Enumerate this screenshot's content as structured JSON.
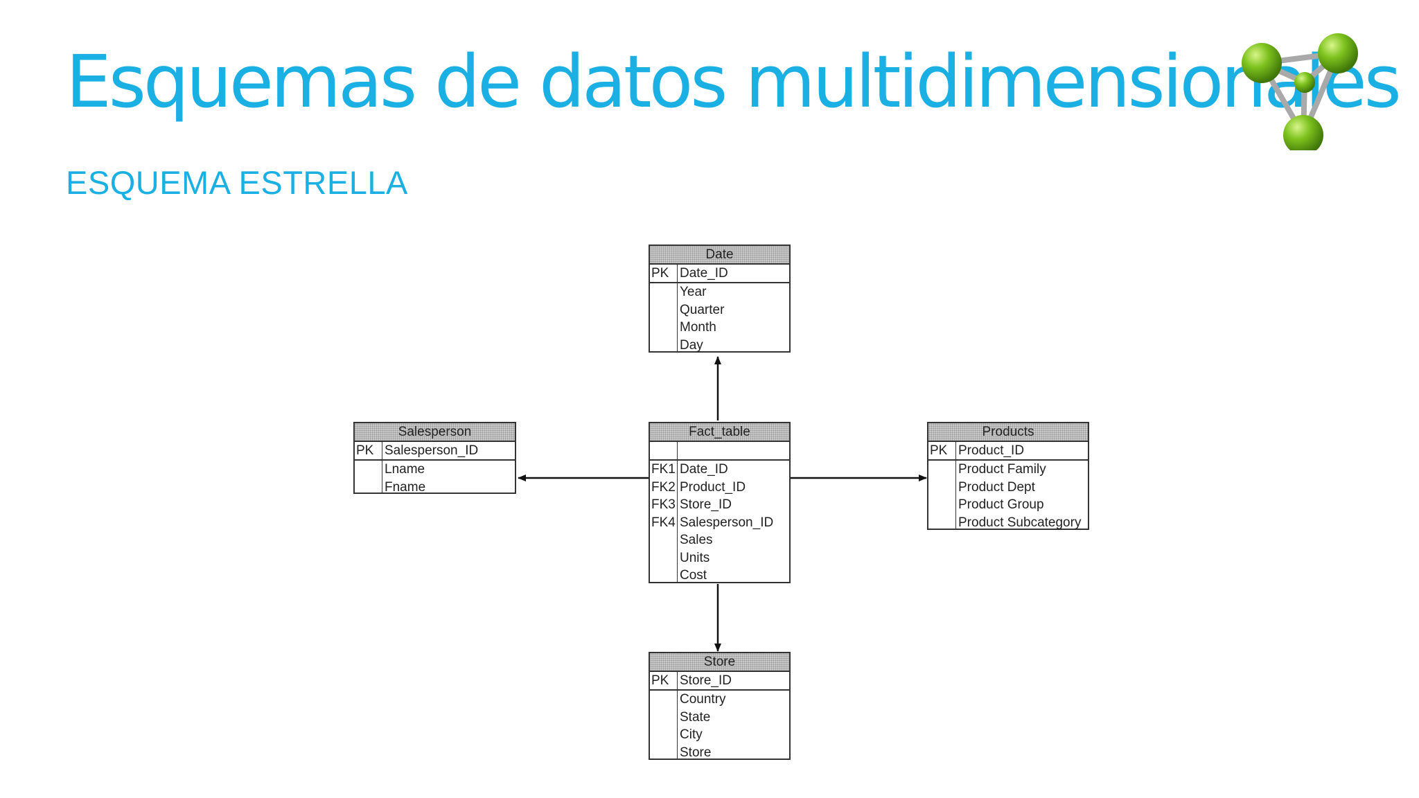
{
  "header": {
    "title": "Esquemas de datos multidimensionales",
    "subtitle": "ESQUEMA ESTRELLA"
  },
  "logo": {
    "icon": "green-molecule-logo",
    "colors": [
      "#7DC21E",
      "#4E8A10",
      "#B0B0B0"
    ]
  },
  "colors": {
    "accent": "#1BB0E4",
    "header_fill": "#C8C8C8",
    "border": "#333333"
  },
  "diagram": {
    "tables": {
      "date": {
        "name": "Date",
        "pk": {
          "key": "PK",
          "field": "Date_ID"
        },
        "rows": [
          {
            "key": "",
            "field": "Year"
          },
          {
            "key": "",
            "field": "Quarter"
          },
          {
            "key": "",
            "field": "Month"
          },
          {
            "key": "",
            "field": "Day"
          }
        ]
      },
      "salesperson": {
        "name": "Salesperson",
        "pk": {
          "key": "PK",
          "field": "Salesperson_ID"
        },
        "rows": [
          {
            "key": "",
            "field": "Lname"
          },
          {
            "key": "",
            "field": "Fname"
          }
        ]
      },
      "fact": {
        "name": "Fact_table",
        "pk": {
          "key": "",
          "field": ""
        },
        "rows": [
          {
            "key": "FK1",
            "field": "Date_ID"
          },
          {
            "key": "FK2",
            "field": "Product_ID"
          },
          {
            "key": "FK3",
            "field": "Store_ID"
          },
          {
            "key": "FK4",
            "field": "Salesperson_ID"
          },
          {
            "key": "",
            "field": "Sales"
          },
          {
            "key": "",
            "field": "Units"
          },
          {
            "key": "",
            "field": "Cost"
          }
        ]
      },
      "products": {
        "name": "Products",
        "pk": {
          "key": "PK",
          "field": "Product_ID"
        },
        "rows": [
          {
            "key": "",
            "field": "Product Family"
          },
          {
            "key": "",
            "field": "Product Dept"
          },
          {
            "key": "",
            "field": "Product Group"
          },
          {
            "key": "",
            "field": "Product Subcategory"
          }
        ]
      },
      "store": {
        "name": "Store",
        "pk": {
          "key": "PK",
          "field": "Store_ID"
        },
        "rows": [
          {
            "key": "",
            "field": "Country"
          },
          {
            "key": "",
            "field": "State"
          },
          {
            "key": "",
            "field": "City"
          },
          {
            "key": "",
            "field": "Store"
          }
        ]
      }
    },
    "relations": [
      {
        "from": "fact",
        "to": "date"
      },
      {
        "from": "fact",
        "to": "salesperson"
      },
      {
        "from": "fact",
        "to": "products"
      },
      {
        "from": "fact",
        "to": "store"
      }
    ]
  }
}
